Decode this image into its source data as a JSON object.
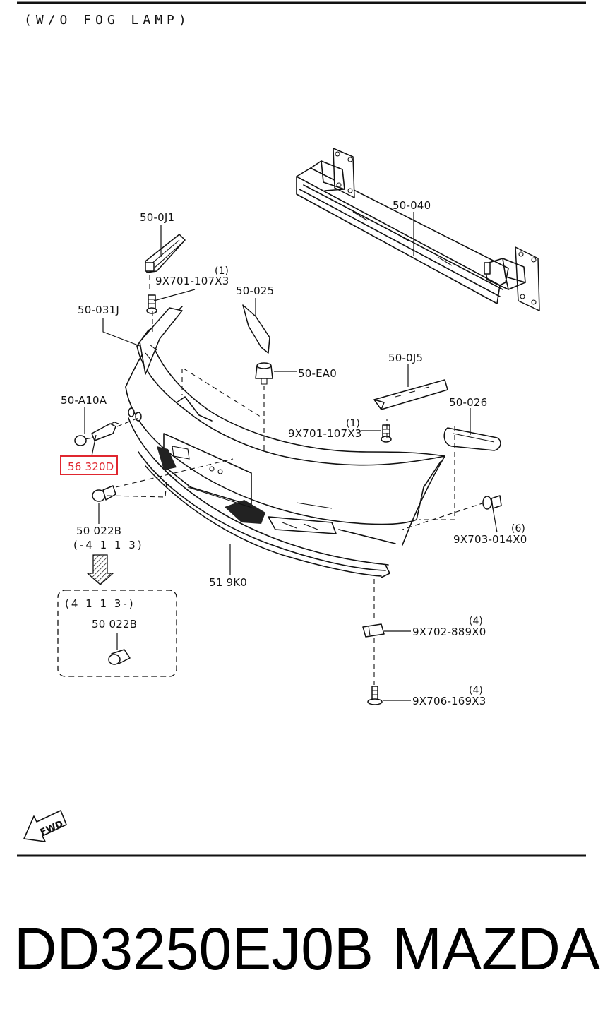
{
  "header": {
    "variant": "(W/O  FOG  LAMP)"
  },
  "callouts": {
    "c1": {
      "label": "50-0J1"
    },
    "c2": {
      "label": "9X701-107X3",
      "qty": "(1)"
    },
    "c3": {
      "label": "50-031J"
    },
    "c4": {
      "label": "50-025"
    },
    "c5": {
      "label": "50-040"
    },
    "c6": {
      "label": "50-EA0"
    },
    "c7": {
      "label": "50-0J5"
    },
    "c8": {
      "label": "50-026"
    },
    "c9": {
      "label": "9X701-107X3",
      "qty": "(1)"
    },
    "c10": {
      "label": "50-A10A"
    },
    "c11": {
      "label": "56 320D",
      "highlighted": true,
      "highlight_color": "#e0262f"
    },
    "c12": {
      "label": "50 022B",
      "range": "(-4 1 1 3)"
    },
    "c13": {
      "label": "9X703-014X0",
      "qty": "(6)"
    },
    "c14": {
      "label": "51 9K0"
    },
    "c15": {
      "label": "9X702-889X0",
      "qty": "(4)"
    },
    "c16": {
      "label": "9X706-169X3",
      "qty": "(4)"
    }
  },
  "inset": {
    "range": "(4 1 1 3-)",
    "label": "50 022B"
  },
  "fwd_icon": {
    "text": "FWD",
    "icon": "fwd-arrow-icon"
  },
  "footer": {
    "part_number": "DD3250EJ0B",
    "brand": "MAZDA"
  }
}
